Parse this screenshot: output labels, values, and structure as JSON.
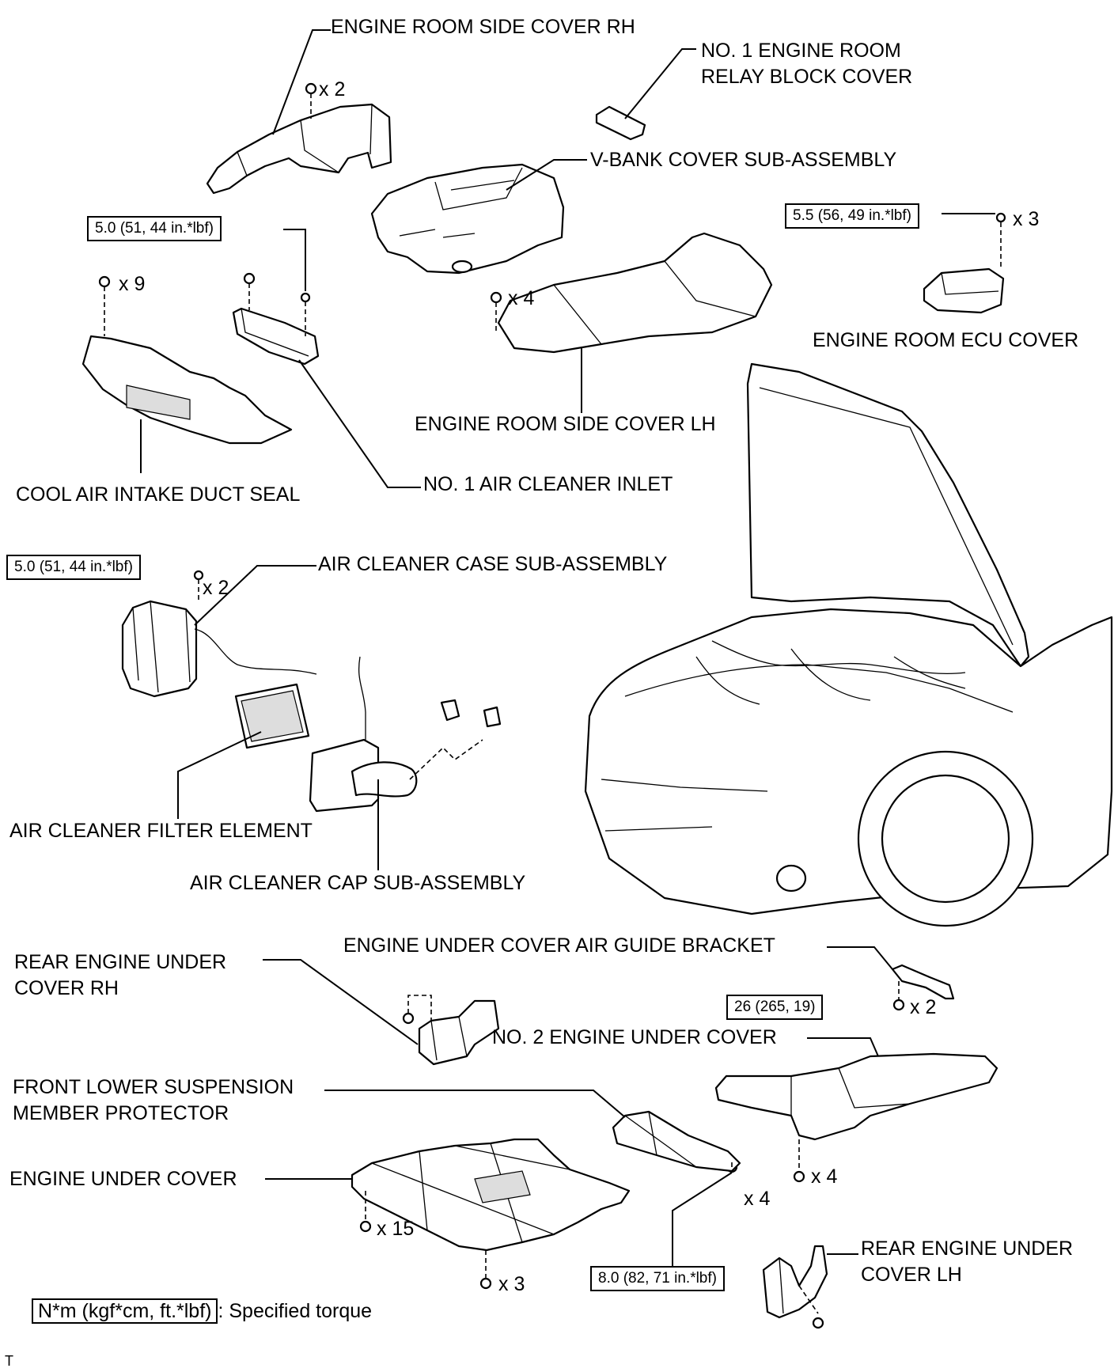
{
  "labels": {
    "engine_room_side_cover_rh": "ENGINE ROOM SIDE COVER RH",
    "relay_block_cover": "NO. 1 ENGINE ROOM\nRELAY BLOCK COVER",
    "v_bank_cover": "V-BANK COVER SUB-ASSEMBLY",
    "engine_room_ecu_cover": "ENGINE ROOM ECU COVER",
    "engine_room_side_cover_lh": "ENGINE ROOM SIDE COVER LH",
    "cool_air_intake_duct_seal": "COOL AIR INTAKE DUCT SEAL",
    "air_cleaner_inlet": "NO. 1 AIR CLEANER INLET",
    "air_cleaner_case": "AIR CLEANER CASE SUB-ASSEMBLY",
    "air_cleaner_filter_element": "AIR CLEANER FILTER ELEMENT",
    "air_cleaner_cap": "AIR CLEANER CAP SUB-ASSEMBLY",
    "air_guide_bracket": "ENGINE UNDER COVER AIR GUIDE BRACKET",
    "rear_engine_under_cover_rh": "REAR ENGINE UNDER\nCOVER RH",
    "no2_engine_under_cover": "NO. 2 ENGINE UNDER COVER",
    "front_lower_suspension_member_protector": "FRONT LOWER SUSPENSION\nMEMBER PROTECTOR",
    "engine_under_cover": "ENGINE UNDER COVER",
    "rear_engine_under_cover_lh": "REAR ENGINE UNDER\nCOVER LH"
  },
  "torques": {
    "air_cleaner_inlet": "5.0 (51, 44 in.*lbf)",
    "ecu_cover": "5.5 (56, 49 in.*lbf)",
    "air_cleaner_case": "5.0 (51, 44 in.*lbf)",
    "air_guide_bracket": "26 (265, 19)",
    "suspension_protector": "8.0 (82, 71 in.*lbf)"
  },
  "quantities": {
    "side_cover_rh": "x 2",
    "ecu_cover": "x 3",
    "duct_seal": "x 9",
    "side_cover_lh": "x 4",
    "air_cleaner_case": "x 2",
    "air_guide_bracket": "x 2",
    "no2_under_cover": "x 4",
    "suspension_protector": "x 4",
    "engine_under_cover_a": "x 15",
    "engine_under_cover_b": "x 3"
  },
  "legend": {
    "unit_box": "N*m (kgf*cm, ft.*lbf)",
    "text": ": Specified torque"
  },
  "corner_mark": "T"
}
